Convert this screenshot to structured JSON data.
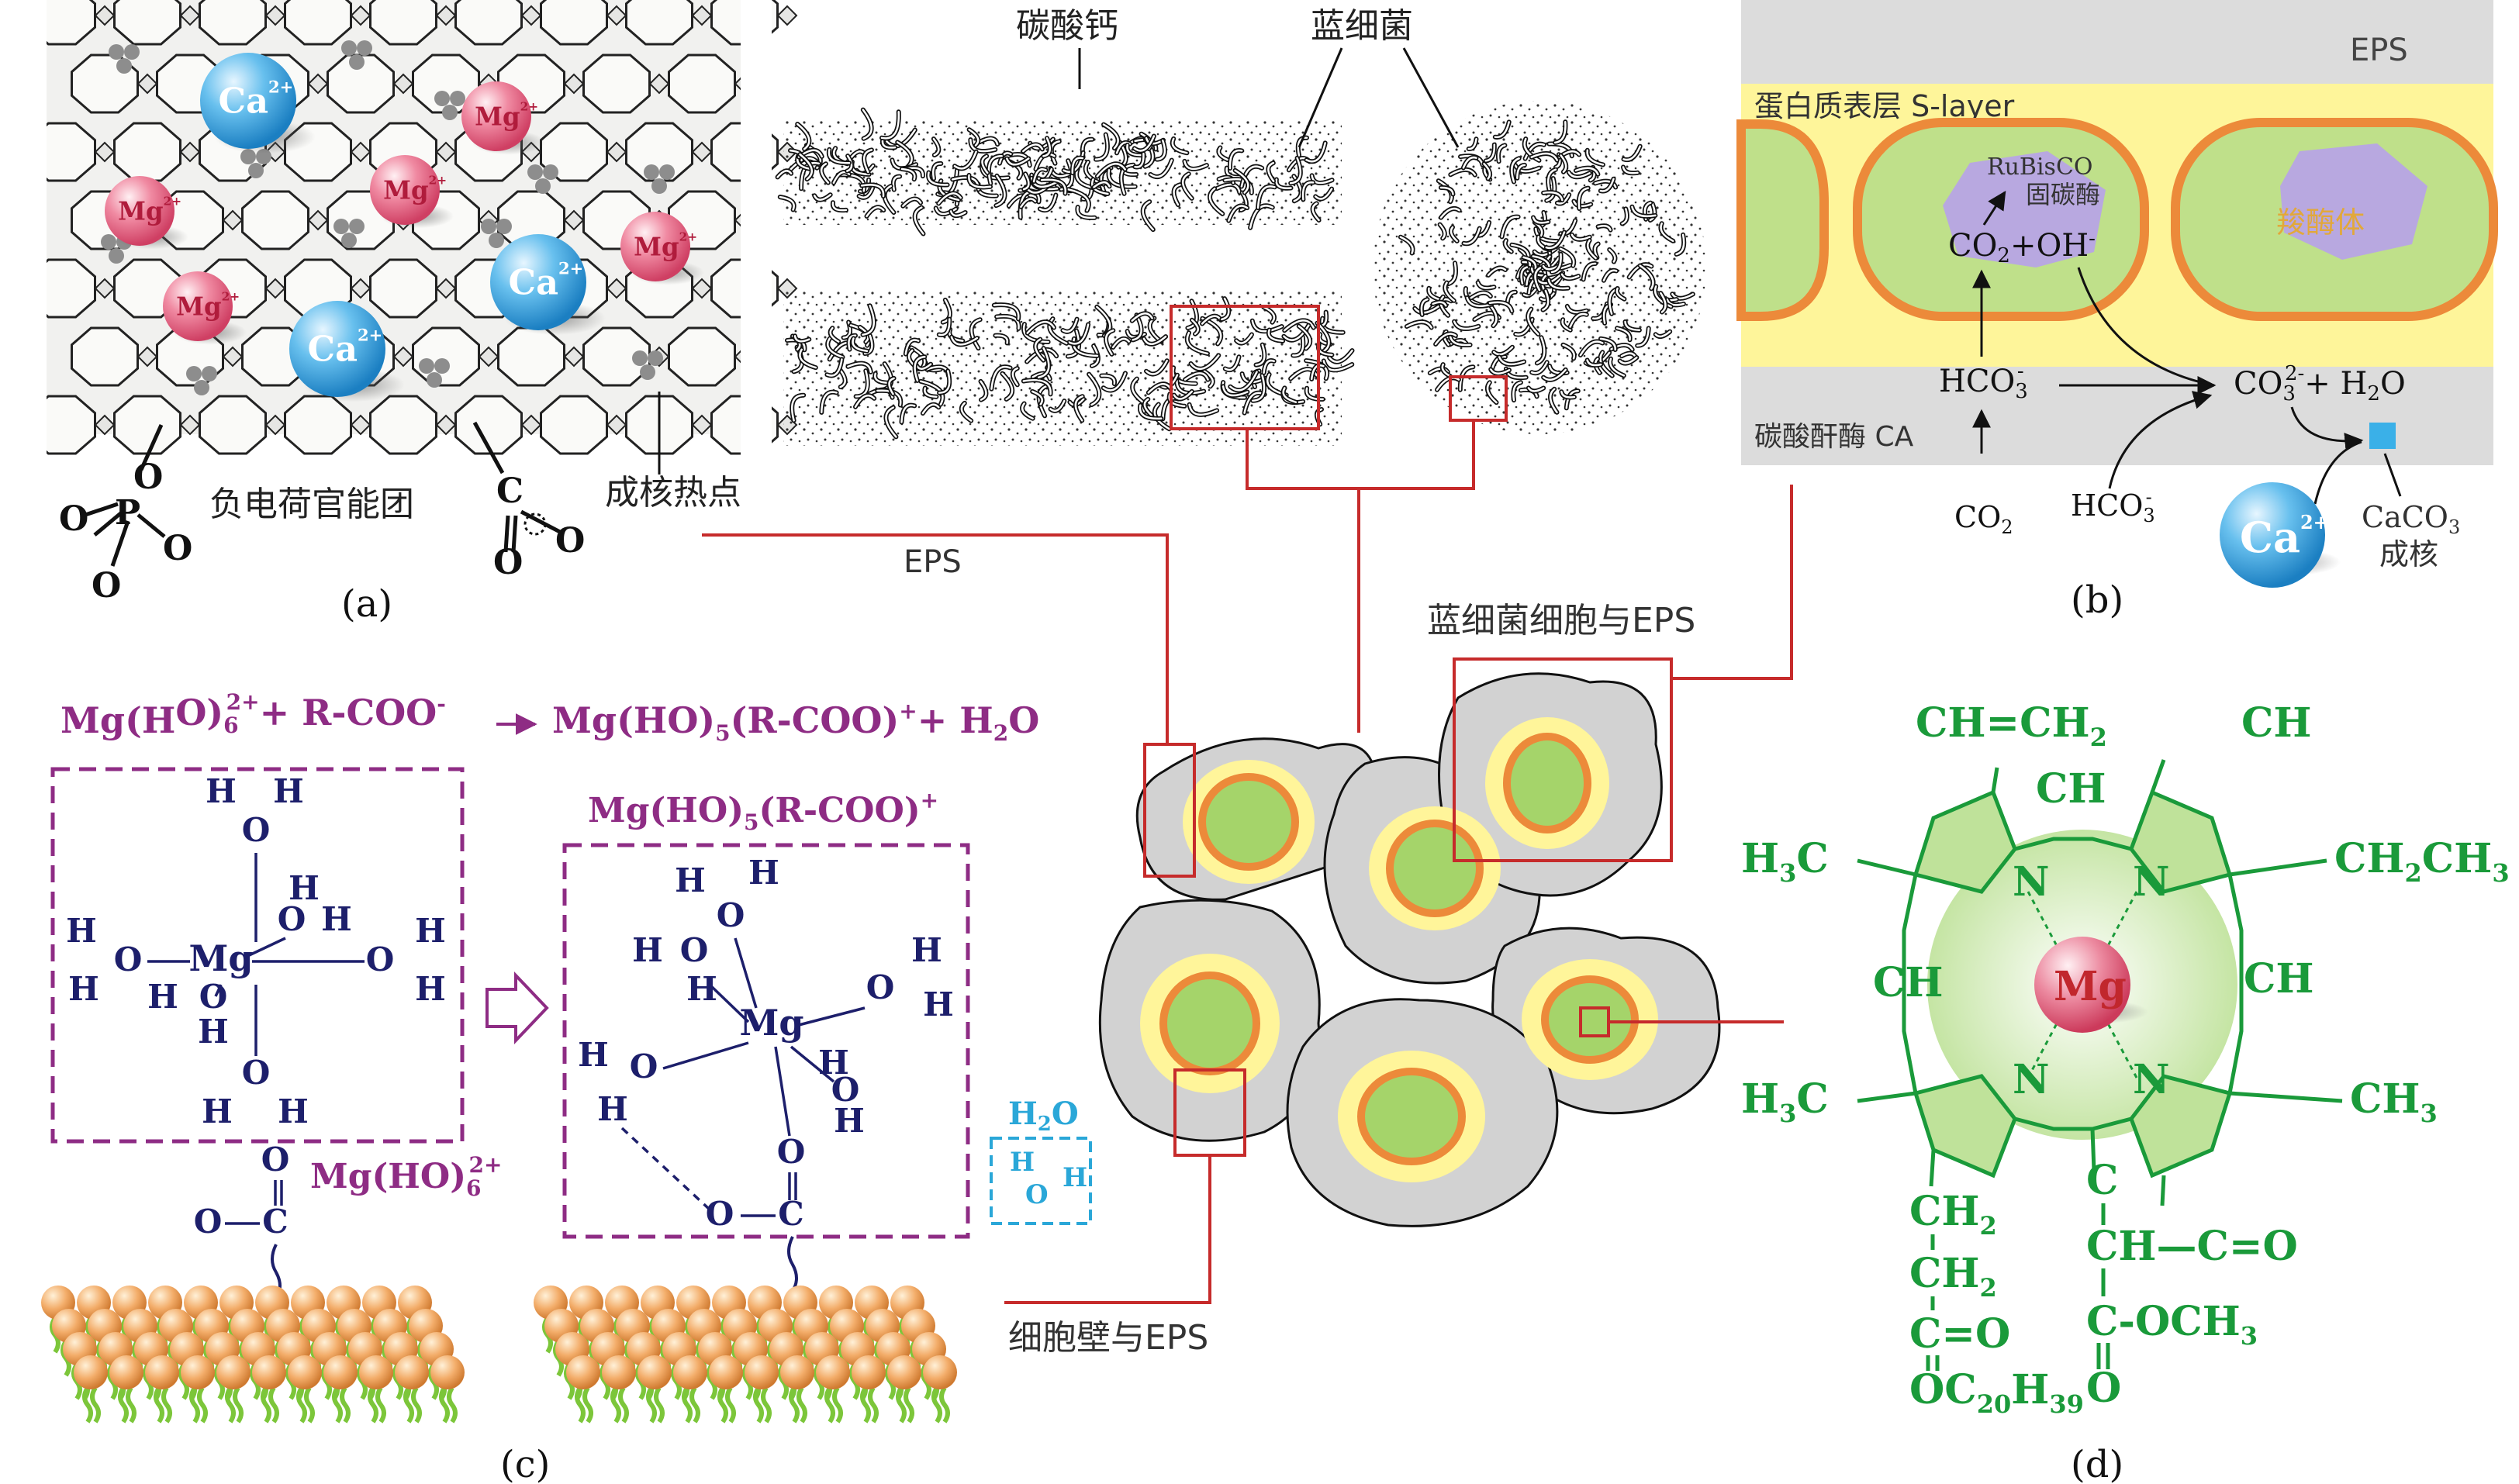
{
  "panel_labels": {
    "a": "(a)",
    "b": "(b)",
    "c": "(c)",
    "d": "(d)"
  },
  "panel_a": {
    "ca": "Ca",
    "ca_charge": "2+",
    "mg": "Mg",
    "mg_charge": "2+",
    "negative_groups": "负电荷官能团",
    "nucleation_hotspot": "成核热点",
    "phosphate": {
      "o": "O",
      "p": "P"
    },
    "carboxyl": {
      "c": "C",
      "o": "O"
    }
  },
  "panel_top": {
    "calcium_carbonate": "碳酸钙",
    "cyanobacteria": "蓝细菌"
  },
  "panel_b": {
    "eps": "EPS",
    "s_layer": "蛋白质表层 S-layer",
    "rubisco": "RuBisCO",
    "rubisco_cn": "固碳酶",
    "co2_oh": "CO",
    "co2_oh_sub": "2",
    "co2_oh_tail": "+OH",
    "co2_oh_sup": "-",
    "carboxysome": "羧酶体",
    "hco3": "HCO",
    "hco3_sub": "3",
    "hco3_sup": "-",
    "co3_h2o": "CO",
    "co3_sub": "3",
    "co3_sup": "2-",
    "co3_tail": "+ H",
    "h2o_sub": "2",
    "h2o_o": "O",
    "ca_enzyme": "碳酸酐酶 CA",
    "co2": "CO",
    "co2_sub": "2",
    "hco3_out": "HCO",
    "hco3_out_sub": "3",
    "hco3_out_sup": "-",
    "ca": "Ca",
    "ca_charge": "2+",
    "caco3": "CaCO",
    "caco3_sub": "3",
    "caco3_cn": "成核"
  },
  "center": {
    "eps": "EPS",
    "cells_eps": "蓝细菌细胞与EPS",
    "cell_wall_eps": "细胞壁与EPS"
  },
  "panel_c": {
    "equation_left": "Mg(H",
    "equation_left_2": "O)",
    "equation_left_6": "6",
    "equation_left_charge": "2+",
    "equation_plus": "+ R-COO",
    "equation_minus": "-",
    "equation_right": "Mg(H",
    "equation_right_2": "O)",
    "equation_right_5": "5",
    "equation_right_rcoo": "(R-COO)",
    "equation_right_plus": "+",
    "equation_water": "+ H",
    "equation_water_2": "2",
    "equation_water_o": "O",
    "complex_label": "Mg(H",
    "complex_label_2": "O)",
    "complex_label_5": "5",
    "complex_label_rcoo": "(R-COO)",
    "complex_label_plus": "+",
    "hydrated_label": "Mg(H",
    "hydrated_label_2": "O)",
    "hydrated_label_6": "6",
    "hydrated_label_charge": "2+",
    "h2o_label": "H",
    "h2o_label_2": "2",
    "h2o_label_o": "O",
    "atoms": {
      "h": "H",
      "o": "O",
      "mg": "Mg",
      "c": "C"
    }
  },
  "panel_d": {
    "ch_eq_ch2": "CH=CH",
    "ch_eq_ch2_sub": "2",
    "ch_top_right": "CH",
    "ch_inner_top": "CH",
    "h3c_1": "H",
    "h3c_1_sub": "3",
    "h3c_1_c": "C",
    "ch2ch3": "CH",
    "ch2ch3_sub1": "2",
    "ch2ch3_mid": "CH",
    "ch2ch3_sub2": "3",
    "ch_left": "CH",
    "ch_right": "CH",
    "mg": "Mg",
    "n": "N",
    "h3c_2": "H",
    "h3c_2_sub": "3",
    "h3c_2_c": "C",
    "ch3": "CH",
    "ch3_sub": "3",
    "ch2_a": "CH",
    "ch2_a_sub": "2",
    "ch2_b": "CH",
    "ch2_b_sub": "2",
    "c_eq_o_left": "C=O",
    "oc20h39": "OC",
    "oc20h39_sub1": "20",
    "oc20h39_h": "H",
    "oc20h39_sub2": "39",
    "c_right": "C",
    "ch_c_eq_o": "CH—C=O",
    "c_och3": "C-OCH",
    "c_och3_sub": "3",
    "o_bottom": "O"
  },
  "colors": {
    "red_line": "#c62b2b",
    "purple": "#8e2c84",
    "navy": "#1d1f6b",
    "green": "#1a9a3a",
    "blue_ion": "#3aa0dc",
    "pink_ion": "#e76a86",
    "cell_yellow": "#fff59a",
    "cell_green": "#a5d46a",
    "cell_orange": "#ec8a3a",
    "cyan": "#2aa7d8"
  }
}
